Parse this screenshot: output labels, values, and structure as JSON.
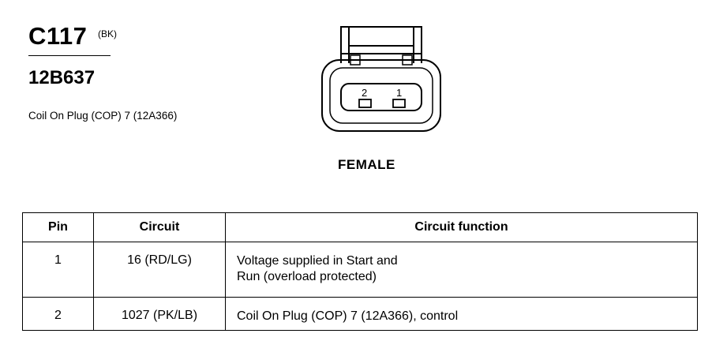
{
  "connector": {
    "id": "C117",
    "color_code": "(BK)",
    "part_number": "12B637",
    "description": "Coil On Plug (COP) 7 (12A366)",
    "gender": "FEMALE",
    "pin_labels": [
      "2",
      "1"
    ]
  },
  "table": {
    "headers": {
      "pin": "Pin",
      "circuit": "Circuit",
      "function": "Circuit function"
    },
    "rows": [
      {
        "pin": "1",
        "circuit": "16 (RD/LG)",
        "function_lines": [
          "Voltage supplied in Start and",
          "Run (overload protected)"
        ]
      },
      {
        "pin": "2",
        "circuit": "1027 (PK/LB)",
        "function_lines": [
          "Coil On Plug (COP) 7 (12A366), control"
        ]
      }
    ]
  }
}
